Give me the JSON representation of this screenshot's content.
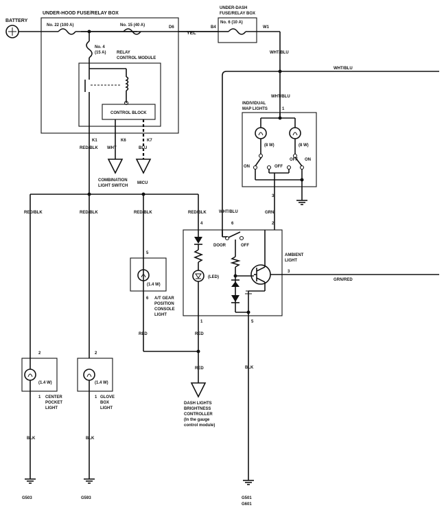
{
  "components": {
    "battery": "BATTERY",
    "under_hood_box": "UNDER-HOOD FUSE/RELAY BOX",
    "under_dash_box": [
      "UNDER-DASH",
      "FUSE/RELAY BOX"
    ],
    "fuse_22": "No. 22 (100 A)",
    "fuse_15": "No. 15 (40 A)",
    "fuse_4": [
      "No. 4",
      "(15 A)"
    ],
    "fuse_6": "No. 6 (10 A)",
    "relay_control_module": [
      "RELAY",
      "CONTROL MODULE"
    ],
    "control_block": "CONTROL BLOCK",
    "combination_light_switch": [
      "COMBINATION",
      "LIGHT SWITCH"
    ],
    "micu": "MICU",
    "individual_map_lights": [
      "INDIVIDUAL",
      "MAP LIGHTS"
    ],
    "map_bulb_left": "(8 W)",
    "map_bulb_right": "(8 W)",
    "ambient_light": [
      "AMBIENT",
      "LIGHT"
    ],
    "door": "DOOR",
    "off": "OFF",
    "on": "ON",
    "led": "(LED)",
    "at_gear_bulb": "(1.4 W)",
    "at_gear_light": [
      "A/T GEAR",
      "POSITION",
      "CONSOLE",
      "LIGHT"
    ],
    "center_bulb": "(1.4 W)",
    "center_pocket_light": [
      "CENTER",
      "POCKET",
      "LIGHT"
    ],
    "glove_bulb": "(1.4 W)",
    "glove_box_light": [
      "GLOVE",
      "BOX",
      "LIGHT"
    ],
    "dash_controller": [
      "DASH LIGHTS",
      "BRIGHTNESS",
      "CONTROLLER",
      "(In the gauge",
      "control module)"
    ]
  },
  "wires": {
    "yel": "YEL",
    "wht_blu": "WHT/BLU",
    "red_blk": "RED/BLK",
    "wht": "WHT",
    "blu": "BLU",
    "grn": "GRN",
    "grn_red": "GRN/RED",
    "red": "RED",
    "blk": "BLK"
  },
  "terminals": {
    "d6": "D6",
    "b4": "B4",
    "w1": "W1",
    "k1": "K1",
    "k6": "K6",
    "k7": "K7",
    "t1": "1",
    "t2": "2",
    "t3": "3",
    "t4": "4",
    "t5": "5",
    "t6": "6"
  },
  "grounds": {
    "g503": "G503",
    "g593": "G593",
    "g501": "G501",
    "g601": "G601"
  }
}
